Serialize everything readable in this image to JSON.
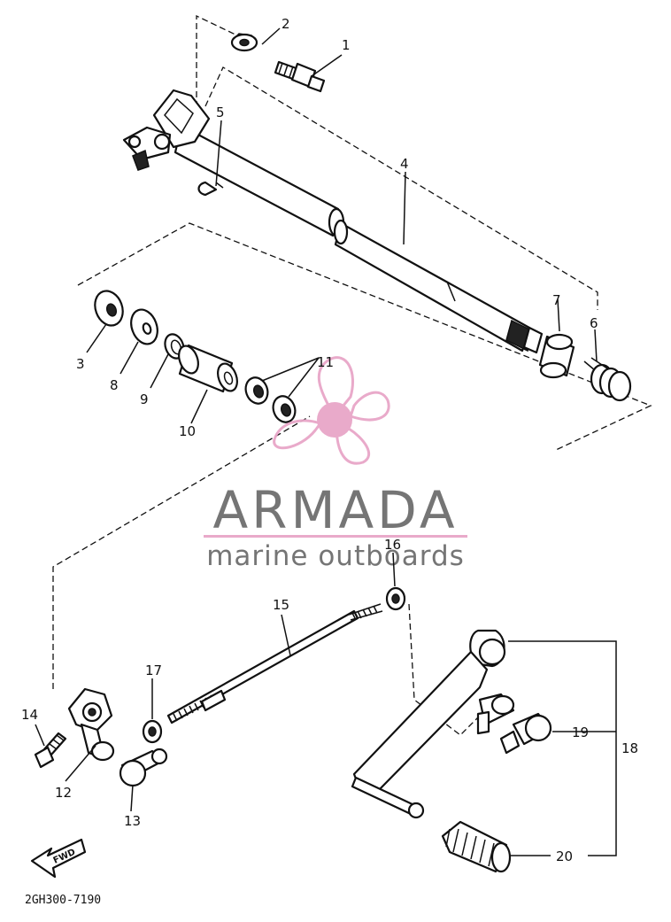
{
  "diagram": {
    "callouts": [
      {
        "id": "c1",
        "label": "1"
      },
      {
        "id": "c2",
        "label": "2"
      },
      {
        "id": "c3",
        "label": "3"
      },
      {
        "id": "c4",
        "label": "4"
      },
      {
        "id": "c5",
        "label": "5"
      },
      {
        "id": "c6",
        "label": "6"
      },
      {
        "id": "c7",
        "label": "7"
      },
      {
        "id": "c8",
        "label": "8"
      },
      {
        "id": "c9",
        "label": "9"
      },
      {
        "id": "c10",
        "label": "10"
      },
      {
        "id": "c11",
        "label": "11"
      },
      {
        "id": "c12",
        "label": "12"
      },
      {
        "id": "c13",
        "label": "13"
      },
      {
        "id": "c14",
        "label": "14"
      },
      {
        "id": "c15",
        "label": "15"
      },
      {
        "id": "c16",
        "label": "16"
      },
      {
        "id": "c17",
        "label": "17"
      },
      {
        "id": "c18",
        "label": "18"
      },
      {
        "id": "c19",
        "label": "19"
      },
      {
        "id": "c20",
        "label": "20"
      }
    ],
    "fwd_label": "FWD",
    "reference_code": "2GH300-7190"
  },
  "watermark": {
    "brand": "ARMADA",
    "tagline": "marine outboards",
    "colors": {
      "pink": "#e8a6c8",
      "gray": "#6e6e6e",
      "rule": "#e8a6c8"
    }
  }
}
